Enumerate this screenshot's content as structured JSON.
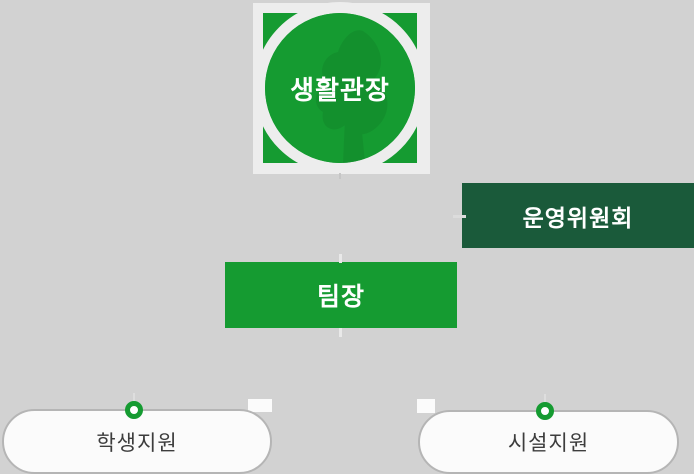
{
  "page": {
    "background_color": "#d2d2d2"
  },
  "colors": {
    "bright_green": "#159b31",
    "dark_green": "#1a5a3a",
    "frame_light_gray": "#ededed",
    "pill_fill": "#fbfbfb",
    "pill_border": "#b5b5b5",
    "pill_text": "#3d3d3d",
    "node_text": "#ffffff"
  },
  "org_chart": {
    "director": {
      "label": "생활관장"
    },
    "committee": {
      "label": "운영위원회"
    },
    "team_leader": {
      "label": "팀장"
    },
    "departments": [
      {
        "label": "학생지원"
      },
      {
        "label": "시설지원"
      }
    ]
  }
}
